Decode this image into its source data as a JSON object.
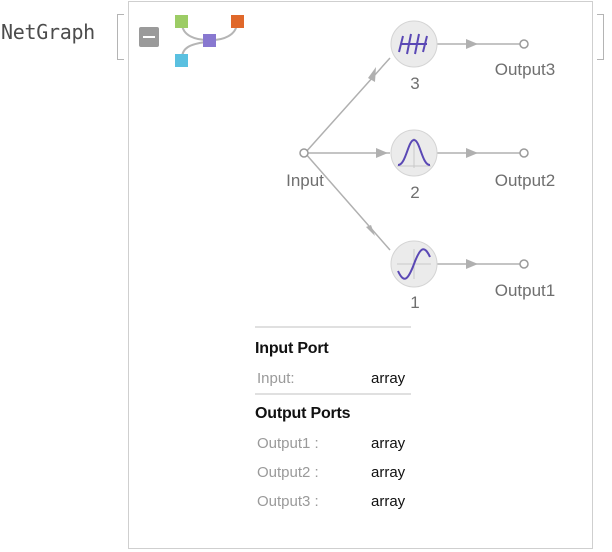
{
  "expression": {
    "head": "NetGraph"
  },
  "graph": {
    "nodes": [
      {
        "id": "3",
        "label": "3",
        "kind": "dropout"
      },
      {
        "id": "2",
        "label": "2",
        "kind": "gaussian"
      },
      {
        "id": "1",
        "label": "1",
        "kind": "sine"
      }
    ],
    "input_label": "Input",
    "outputs": [
      "Output3",
      "Output2",
      "Output1"
    ]
  },
  "summary": {
    "input_section_title": "Input Port",
    "input_ports": [
      {
        "name": "Input:",
        "type": "array"
      }
    ],
    "output_section_title": "Output Ports",
    "output_ports": [
      {
        "name": "Output1 :",
        "type": "array"
      },
      {
        "name": "Output2 :",
        "type": "array"
      },
      {
        "name": "Output3 :",
        "type": "array"
      }
    ]
  },
  "colors": {
    "icon_green": "#9ccc65",
    "icon_orange": "#e0682a",
    "icon_purple": "#8878d0",
    "icon_cyan": "#5ac0e0",
    "node_fill": "#ebebeb",
    "edge": "#b0b0b0",
    "curve": "#5a48b5"
  }
}
